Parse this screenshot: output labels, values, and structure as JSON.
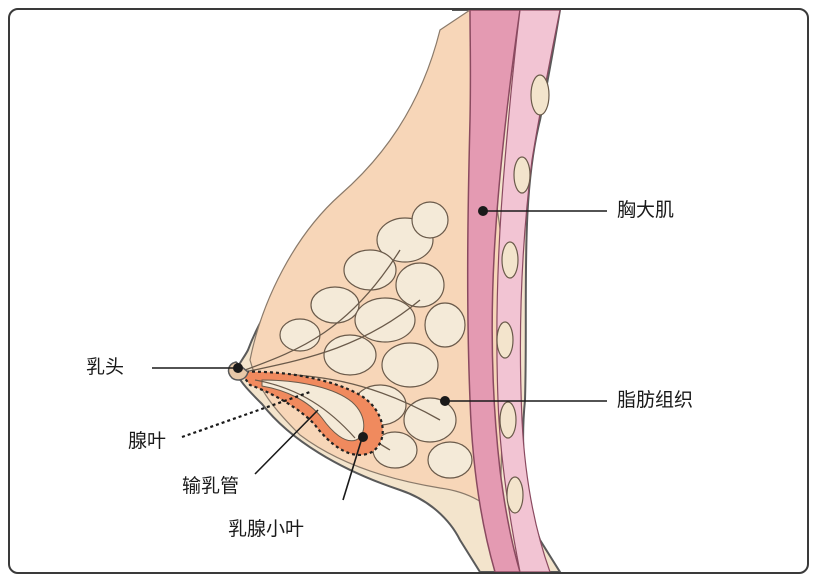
{
  "labels": {
    "pectoral_muscle": "胸大肌",
    "fat_tissue": "脂肪组织",
    "nipple": "乳头",
    "gland_lobe": "腺叶",
    "milk_duct": "输乳管",
    "lobule": "乳腺小叶"
  },
  "colors": {
    "outline": "#5a5a5a",
    "skin": "#f3e4cc",
    "skin_edge": "#e8d3b2",
    "fat": "#f7d6b8",
    "lobule_fill": "#f4ead8",
    "muscle": "#e49ab2",
    "muscle_light": "#f2c4d3",
    "highlight": "#f08a5e",
    "leader": "#1a1a1a"
  }
}
